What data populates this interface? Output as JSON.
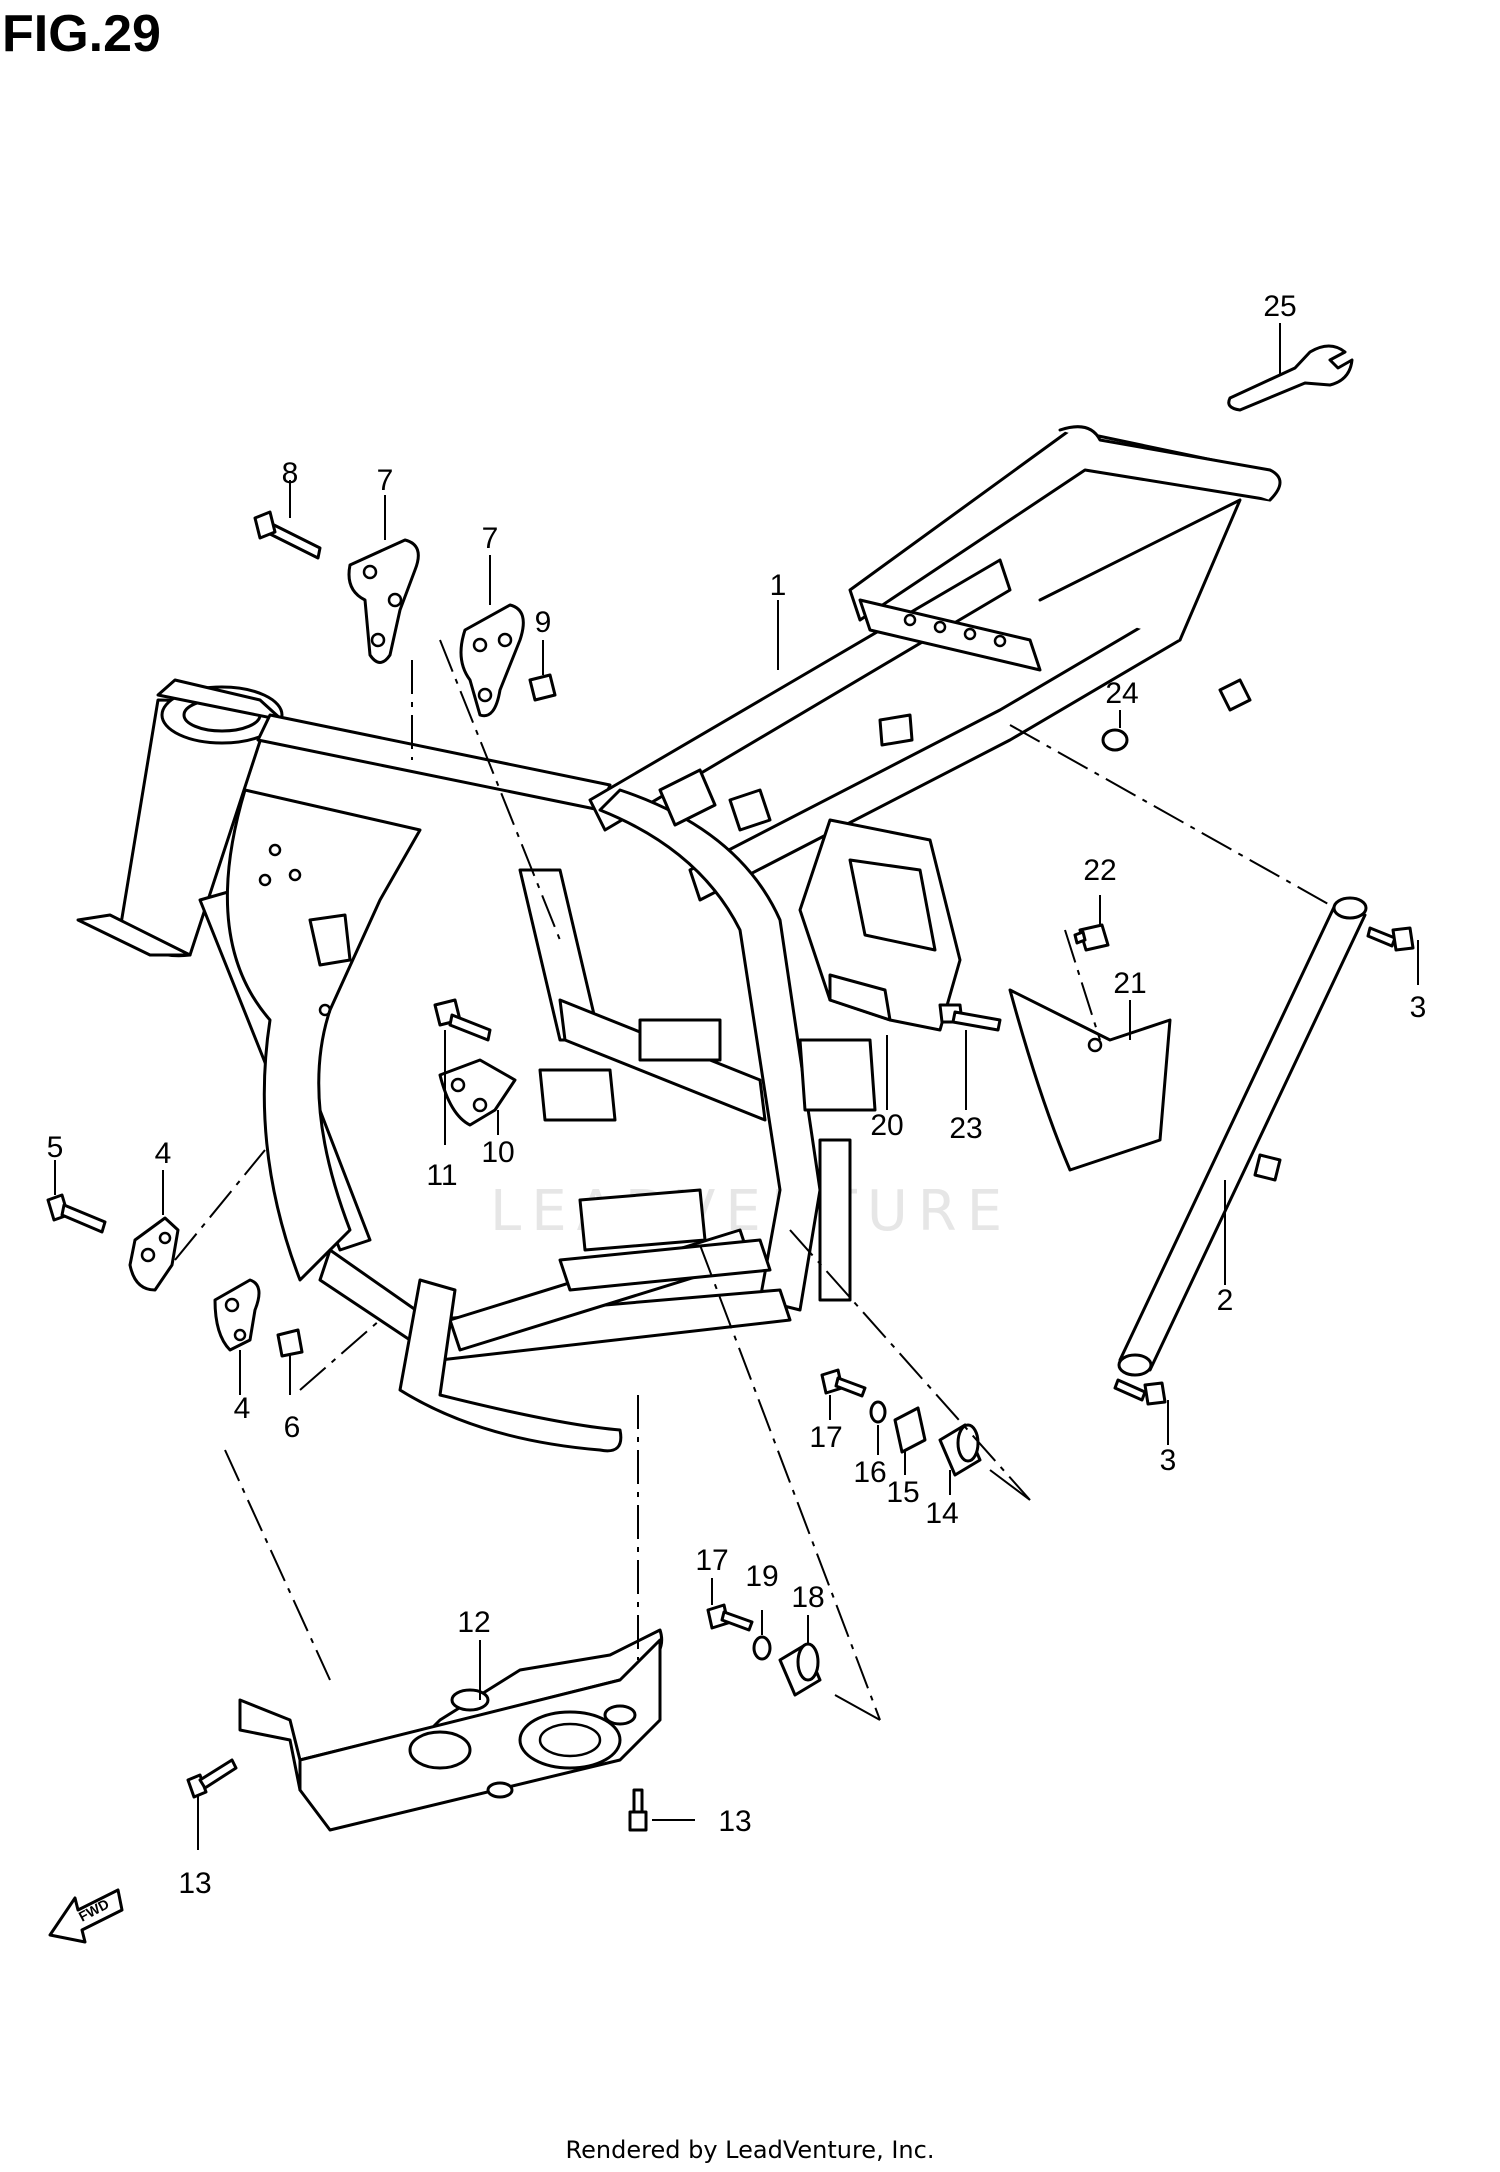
{
  "figure": {
    "title": "FIG.29"
  },
  "watermark": "LEADVENTURE",
  "fwd_label": "FWD",
  "footer": "Rendered by LeadVenture, Inc.",
  "callouts": [
    {
      "id": "c1",
      "label": "1"
    },
    {
      "id": "c2",
      "label": "2"
    },
    {
      "id": "c3a",
      "label": "3"
    },
    {
      "id": "c3b",
      "label": "3"
    },
    {
      "id": "c4a",
      "label": "4"
    },
    {
      "id": "c4b",
      "label": "4"
    },
    {
      "id": "c5",
      "label": "5"
    },
    {
      "id": "c6",
      "label": "6"
    },
    {
      "id": "c7a",
      "label": "7"
    },
    {
      "id": "c7b",
      "label": "7"
    },
    {
      "id": "c8",
      "label": "8"
    },
    {
      "id": "c9",
      "label": "9"
    },
    {
      "id": "c10",
      "label": "10"
    },
    {
      "id": "c11",
      "label": "11"
    },
    {
      "id": "c12",
      "label": "12"
    },
    {
      "id": "c13a",
      "label": "13"
    },
    {
      "id": "c13b",
      "label": "13"
    },
    {
      "id": "c14",
      "label": "14"
    },
    {
      "id": "c15",
      "label": "15"
    },
    {
      "id": "c16",
      "label": "16"
    },
    {
      "id": "c17a",
      "label": "17"
    },
    {
      "id": "c17b",
      "label": "17"
    },
    {
      "id": "c18",
      "label": "18"
    },
    {
      "id": "c19",
      "label": "19"
    },
    {
      "id": "c20",
      "label": "20"
    },
    {
      "id": "c21",
      "label": "21"
    },
    {
      "id": "c22",
      "label": "22"
    },
    {
      "id": "c23",
      "label": "23"
    },
    {
      "id": "c24",
      "label": "24"
    },
    {
      "id": "c25",
      "label": "25"
    }
  ]
}
